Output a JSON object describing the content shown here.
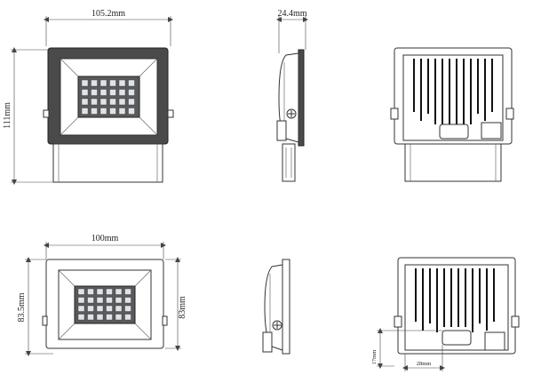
{
  "dimensions": {
    "top_front_width": "105.2mm",
    "top_front_height": "111mm",
    "top_side_depth": "24.4mm",
    "bottom_front_width": "100mm",
    "bottom_front_height_outer": "83.5mm",
    "bottom_front_height_inner": "83mm",
    "bottom_back_offset": "17mm",
    "bottom_back_width": "28mm"
  },
  "colors": {
    "line": "#333333",
    "led_panel": "#5a5a5a",
    "led": "#dfe3ea"
  }
}
